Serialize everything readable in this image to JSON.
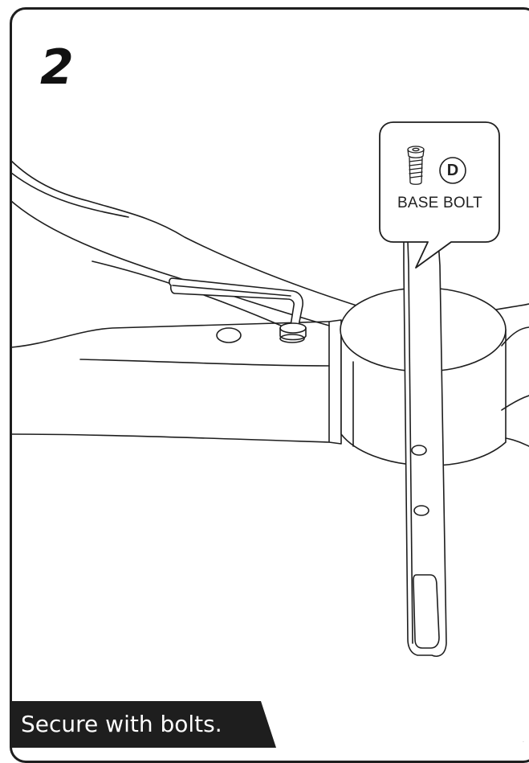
{
  "step": {
    "number": "2"
  },
  "callout": {
    "letter": "D",
    "label": "BASE BOLT",
    "icon": "bolt-icon"
  },
  "caption": {
    "text": "Secure with bolts."
  },
  "corner_mark": "·",
  "colors": {
    "line": "#1e1e1e",
    "caption_bg": "#1e1e1e",
    "caption_text": "#ffffff"
  }
}
